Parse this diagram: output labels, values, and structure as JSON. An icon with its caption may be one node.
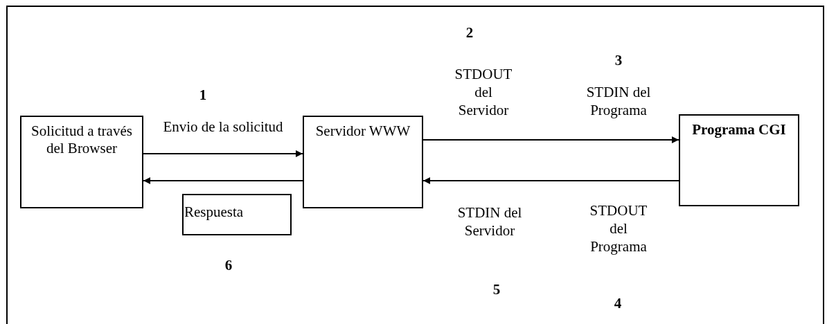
{
  "diagram": {
    "nodes": [
      {
        "text": [
          "Solicitud a través del Browser"
        ]
      },
      {
        "text": [
          "Servidor WWW"
        ]
      },
      {
        "text": [
          "Programa CGI"
        ]
      },
      {
        "text": [
          "Respuesta"
        ]
      }
    ],
    "edges": [
      {
        "from": 0,
        "to": 1,
        "arrow": "to",
        "label": "Envio de la solicitud"
      },
      {
        "from": 1,
        "to": 0,
        "arrow": "to"
      },
      {
        "from": 1,
        "to": 2,
        "arrow": "to"
      },
      {
        "from": 2,
        "to": 1,
        "arrow": "to"
      }
    ],
    "labels": [
      "2",
      "1",
      "STDOUT del Servidor",
      "3",
      "STDIN del Programa",
      "STDIN del Servidor",
      "STDOUT del Programa",
      "6",
      "5",
      "4"
    ]
  }
}
